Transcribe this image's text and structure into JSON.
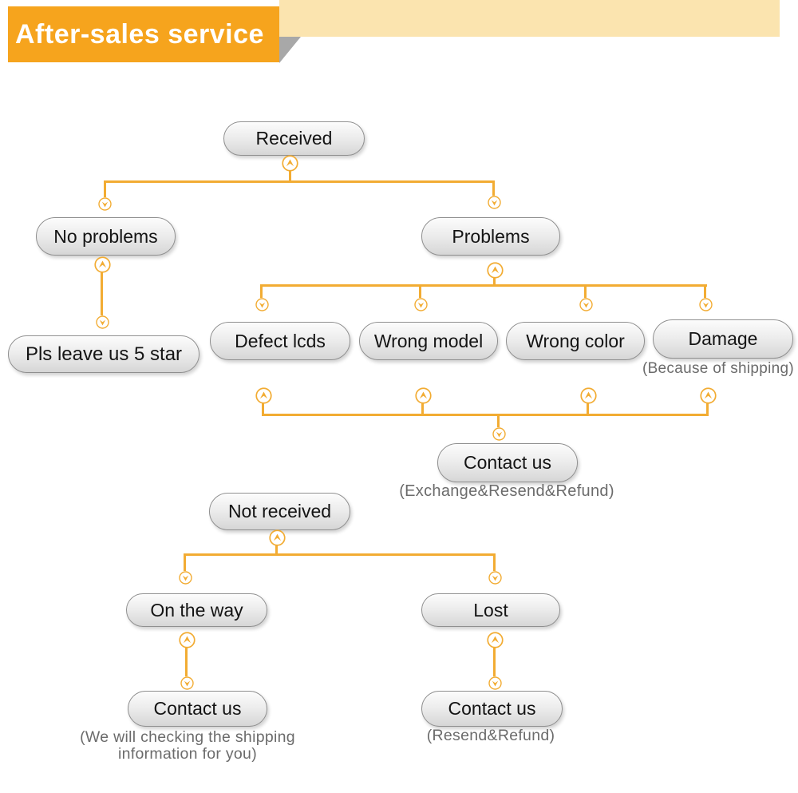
{
  "header": {
    "title": "After-sales service"
  },
  "colors": {
    "banner_orange": "#F6A41D",
    "strip_cream": "#FBE4AF",
    "fold_gray": "#A8A8A8",
    "connector_orange": "#F2AC33",
    "caption_gray": "#6B6B6B"
  },
  "flowchart": {
    "nodes": {
      "received": {
        "label": "Received"
      },
      "no_problems": {
        "label": "No problems"
      },
      "problems": {
        "label": "Problems"
      },
      "leave_5_star": {
        "label": "Pls leave us 5 star"
      },
      "defect_lcds": {
        "label": "Defect lcds"
      },
      "wrong_model": {
        "label": "Wrong model"
      },
      "wrong_color": {
        "label": "Wrong color"
      },
      "damage": {
        "label": "Damage",
        "caption": "(Because of shipping)"
      },
      "contact_problems": {
        "label": "Contact us",
        "caption": "(Exchange&Resend&Refund)"
      },
      "not_received": {
        "label": "Not received"
      },
      "on_the_way": {
        "label": "On the way"
      },
      "lost": {
        "label": "Lost"
      },
      "contact_on_the_way": {
        "label": "Contact us",
        "caption": "(We will checking the shipping information for you)"
      },
      "contact_lost": {
        "label": "Contact us",
        "caption": "(Resend&Refund)"
      }
    }
  }
}
